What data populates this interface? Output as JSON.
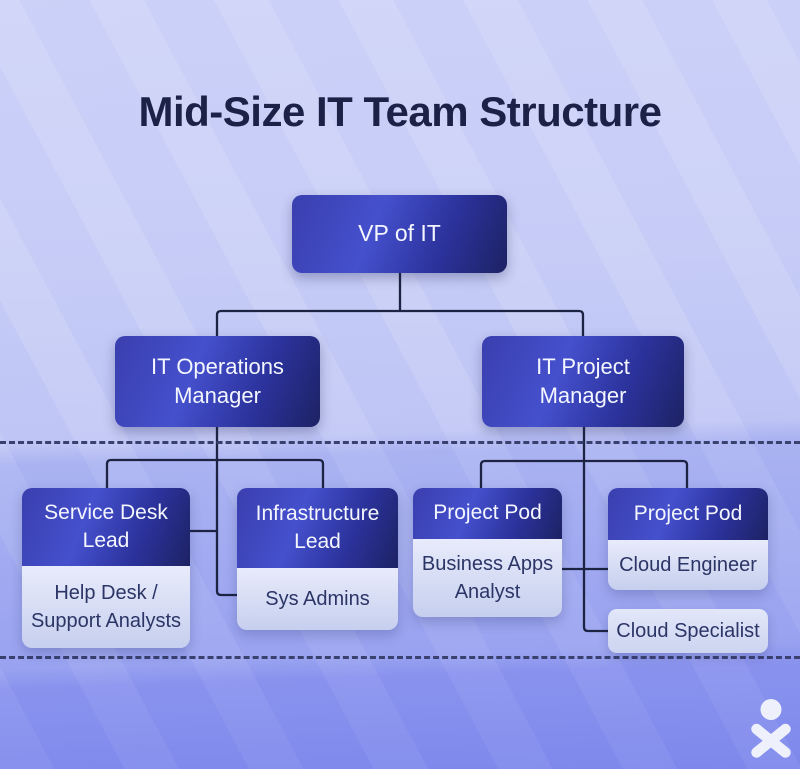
{
  "title": "Mid-Size IT Team Structure",
  "org": {
    "root": {
      "label": "VP of IT"
    },
    "managers": [
      {
        "label": "IT Operations Manager"
      },
      {
        "label": "IT Project Manager"
      }
    ],
    "teams": [
      {
        "lead": "Service Desk Lead",
        "members": [
          "Help Desk / Support Analysts"
        ]
      },
      {
        "lead": "Infrastructure Lead",
        "members": [
          "Sys Admins"
        ]
      },
      {
        "lead": "Project Pod",
        "members": [
          "Business Apps Analyst"
        ]
      },
      {
        "lead": "Project Pod",
        "members": [
          "Cloud Engineer",
          "Cloud Specialist"
        ]
      }
    ]
  },
  "colors": {
    "node_gradient_bright": "#4550cd",
    "node_gradient_dark": "#1d2263",
    "card_body_light": "#e8ebfb",
    "card_body_shade": "#c6cfee",
    "connector_line": "#1d2342",
    "dashed_divider": "#3a416f",
    "title_text": "#1b2147",
    "body_text": "#2b3566",
    "background_top": "#d0d5f9",
    "background_bottom": "#7e88ec",
    "logo_color": "#eef1fc"
  },
  "logo": {
    "name": "person-x-logo"
  }
}
